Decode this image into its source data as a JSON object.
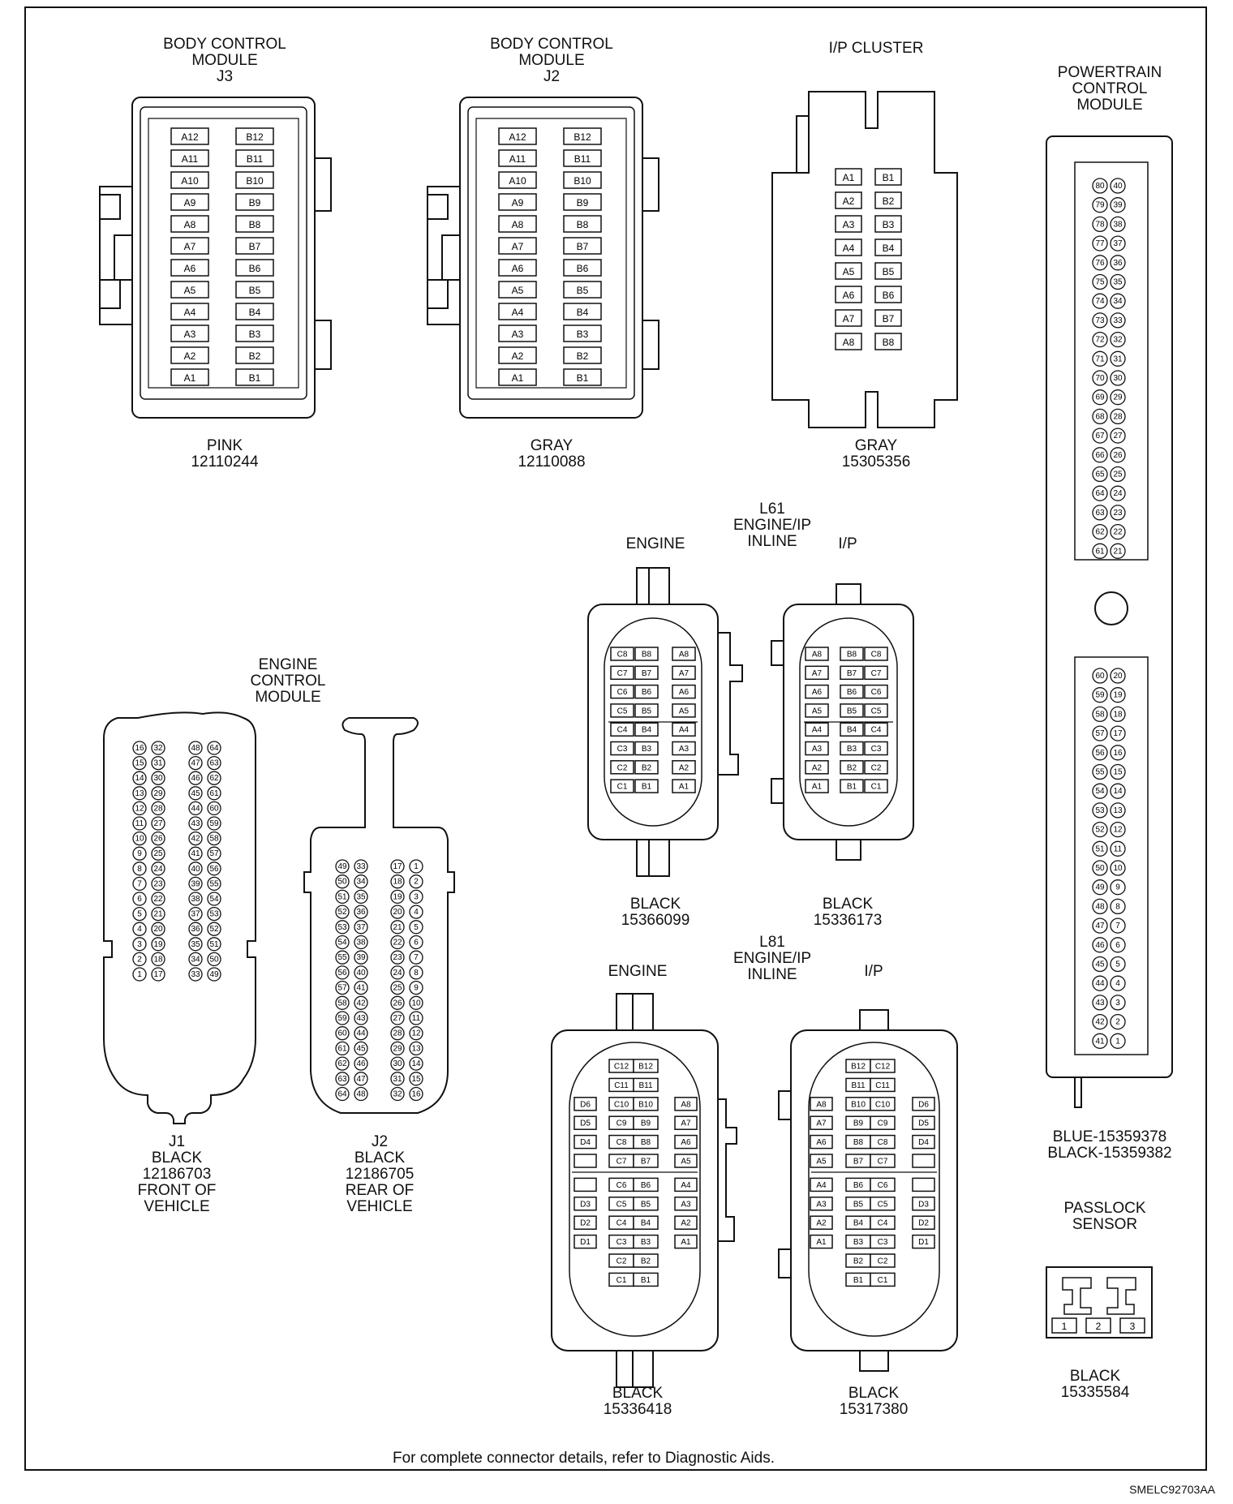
{
  "bcm_j3": {
    "title": [
      "BODY CONTROL",
      "MODULE",
      "J3"
    ],
    "color": "PINK",
    "part": "12110244",
    "pins_a": [
      "A12",
      "A11",
      "A10",
      "A9",
      "A8",
      "A7",
      "A6",
      "A5",
      "A4",
      "A3",
      "A2",
      "A1"
    ],
    "pins_b": [
      "B12",
      "B11",
      "B10",
      "B9",
      "B8",
      "B7",
      "B6",
      "B5",
      "B4",
      "B3",
      "B2",
      "B1"
    ]
  },
  "bcm_j2": {
    "title": [
      "BODY CONTROL",
      "MODULE",
      "J2"
    ],
    "color": "GRAY",
    "part": "12110088",
    "pins_a": [
      "A12",
      "A11",
      "A10",
      "A9",
      "A8",
      "A7",
      "A6",
      "A5",
      "A4",
      "A3",
      "A2",
      "A1"
    ],
    "pins_b": [
      "B12",
      "B11",
      "B10",
      "B9",
      "B8",
      "B7",
      "B6",
      "B5",
      "B4",
      "B3",
      "B2",
      "B1"
    ]
  },
  "ip_cluster": {
    "title": [
      "I/P CLUSTER"
    ],
    "color": "GRAY",
    "part": "15305356",
    "pins_a": [
      "A1",
      "A2",
      "A3",
      "A4",
      "A5",
      "A6",
      "A7",
      "A8"
    ],
    "pins_b": [
      "B1",
      "B2",
      "B3",
      "B4",
      "B5",
      "B6",
      "B7",
      "B8"
    ]
  },
  "pcm": {
    "title": [
      "POWERTRAIN",
      "CONTROL",
      "MODULE"
    ],
    "colors": [
      "BLUE-15359378",
      "BLACK-15359382"
    ],
    "upper_left": [
      "80",
      "79",
      "78",
      "77",
      "76",
      "75",
      "74",
      "73",
      "72",
      "71",
      "70",
      "69",
      "68",
      "67",
      "66",
      "65",
      "64",
      "63",
      "62",
      "61"
    ],
    "upper_right": [
      "40",
      "39",
      "38",
      "37",
      "36",
      "35",
      "34",
      "33",
      "32",
      "31",
      "30",
      "29",
      "28",
      "27",
      "26",
      "25",
      "24",
      "23",
      "22",
      "21"
    ],
    "lower_left": [
      "60",
      "59",
      "58",
      "57",
      "56",
      "55",
      "54",
      "53",
      "52",
      "51",
      "50",
      "49",
      "48",
      "47",
      "46",
      "45",
      "44",
      "43",
      "42",
      "41"
    ],
    "lower_right": [
      "20",
      "19",
      "18",
      "17",
      "16",
      "15",
      "14",
      "13",
      "12",
      "11",
      "10",
      "9",
      "8",
      "7",
      "6",
      "5",
      "4",
      "3",
      "2",
      "1"
    ]
  },
  "l61": {
    "title": [
      "L61",
      "ENGINE/IP",
      "INLINE"
    ],
    "engine_label": "ENGINE",
    "ip_label": "I/P",
    "engine_color": "BLACK",
    "engine_part": "15366099",
    "ip_color": "BLACK",
    "ip_part": "15336173",
    "engine_rows": [
      [
        "C8",
        "B8",
        "A8"
      ],
      [
        "C7",
        "B7",
        "A7"
      ],
      [
        "C6",
        "B6",
        "A6"
      ],
      [
        "C5",
        "B5",
        "A5"
      ],
      [
        "C4",
        "B4",
        "A4"
      ],
      [
        "C3",
        "B3",
        "A3"
      ],
      [
        "C2",
        "B2",
        "A2"
      ],
      [
        "C1",
        "B1",
        "A1"
      ]
    ],
    "ip_rows": [
      [
        "A8",
        "B8",
        "C8"
      ],
      [
        "A7",
        "B7",
        "C7"
      ],
      [
        "A6",
        "B6",
        "C6"
      ],
      [
        "A5",
        "B5",
        "C5"
      ],
      [
        "A4",
        "B4",
        "C4"
      ],
      [
        "A3",
        "B3",
        "C3"
      ],
      [
        "A2",
        "B2",
        "C2"
      ],
      [
        "A1",
        "B1",
        "C1"
      ]
    ]
  },
  "l81": {
    "title": [
      "L81",
      "ENGINE/IP",
      "INLINE"
    ],
    "engine_label": "ENGINE",
    "ip_label": "I/P",
    "engine_color": "BLACK",
    "engine_part": "15336418",
    "ip_color": "BLACK",
    "ip_part": "15317380",
    "engine_rows": [
      [
        "",
        "C12",
        "B12",
        ""
      ],
      [
        "",
        "C11",
        "B11",
        ""
      ],
      [
        "D6",
        "C10",
        "B10",
        "A8"
      ],
      [
        "D5",
        "C9",
        "B9",
        "A7"
      ],
      [
        "D4",
        "C8",
        "B8",
        "A6"
      ],
      [
        "",
        "C7",
        "B7",
        "A5"
      ],
      [
        "",
        "C6",
        "B6",
        "A4"
      ],
      [
        "D3",
        "C5",
        "B5",
        "A3"
      ],
      [
        "D2",
        "C4",
        "B4",
        "A2"
      ],
      [
        "D1",
        "C3",
        "B3",
        "A1"
      ],
      [
        "",
        "C2",
        "B2",
        ""
      ],
      [
        "",
        "C1",
        "B1",
        ""
      ]
    ],
    "ip_rows": [
      [
        "",
        "B12",
        "C12",
        ""
      ],
      [
        "",
        "B11",
        "C11",
        ""
      ],
      [
        "A8",
        "B10",
        "C10",
        "D6"
      ],
      [
        "A7",
        "B9",
        "C9",
        "D5"
      ],
      [
        "A6",
        "B8",
        "C8",
        "D4"
      ],
      [
        "A5",
        "B7",
        "C7",
        ""
      ],
      [
        "A4",
        "B6",
        "C6",
        ""
      ],
      [
        "A3",
        "B5",
        "C5",
        "D3"
      ],
      [
        "A2",
        "B4",
        "C4",
        "D2"
      ],
      [
        "A1",
        "B3",
        "C3",
        "D1"
      ],
      [
        "",
        "B2",
        "C2",
        ""
      ],
      [
        "",
        "B1",
        "C1",
        ""
      ]
    ]
  },
  "ecm": {
    "title": [
      "ENGINE",
      "CONTROL",
      "MODULE"
    ],
    "j1": {
      "label": [
        "J1",
        "BLACK",
        "12186703",
        "FRONT OF",
        "VEHICLE"
      ],
      "col1": [
        "16",
        "15",
        "14",
        "13",
        "12",
        "11",
        "10",
        "9",
        "8",
        "7",
        "6",
        "5",
        "4",
        "3",
        "2",
        "1"
      ],
      "col2": [
        "32",
        "31",
        "30",
        "29",
        "28",
        "27",
        "26",
        "25",
        "24",
        "23",
        "22",
        "21",
        "20",
        "19",
        "18",
        "17"
      ],
      "col3": [
        "48",
        "47",
        "46",
        "45",
        "44",
        "43",
        "42",
        "41",
        "40",
        "39",
        "38",
        "37",
        "36",
        "35",
        "34",
        "33"
      ],
      "col4": [
        "64",
        "63",
        "62",
        "61",
        "60",
        "59",
        "58",
        "57",
        "56",
        "55",
        "54",
        "53",
        "52",
        "51",
        "50",
        "49"
      ]
    },
    "j2": {
      "label": [
        "J2",
        "BLACK",
        "12186705",
        "REAR OF",
        "VEHICLE"
      ],
      "col1": [
        "49",
        "50",
        "51",
        "52",
        "53",
        "54",
        "55",
        "56",
        "57",
        "58",
        "59",
        "60",
        "61",
        "62",
        "63",
        "64"
      ],
      "col2": [
        "33",
        "34",
        "35",
        "36",
        "37",
        "38",
        "39",
        "40",
        "41",
        "42",
        "43",
        "44",
        "45",
        "46",
        "47",
        "48"
      ],
      "col3": [
        "17",
        "18",
        "19",
        "20",
        "21",
        "22",
        "23",
        "24",
        "25",
        "26",
        "27",
        "28",
        "29",
        "30",
        "31",
        "32"
      ],
      "col4": [
        "1",
        "2",
        "3",
        "4",
        "5",
        "6",
        "7",
        "8",
        "9",
        "10",
        "11",
        "12",
        "13",
        "14",
        "15",
        "16"
      ]
    }
  },
  "passlock": {
    "title": [
      "PASSLOCK",
      "SENSOR"
    ],
    "color": "BLACK",
    "part": "15335584",
    "pins": [
      "1",
      "2",
      "3"
    ]
  },
  "footnote": "For complete connector details, refer to Diagnostic Aids.",
  "drawing_id": "SMELC92703AA"
}
